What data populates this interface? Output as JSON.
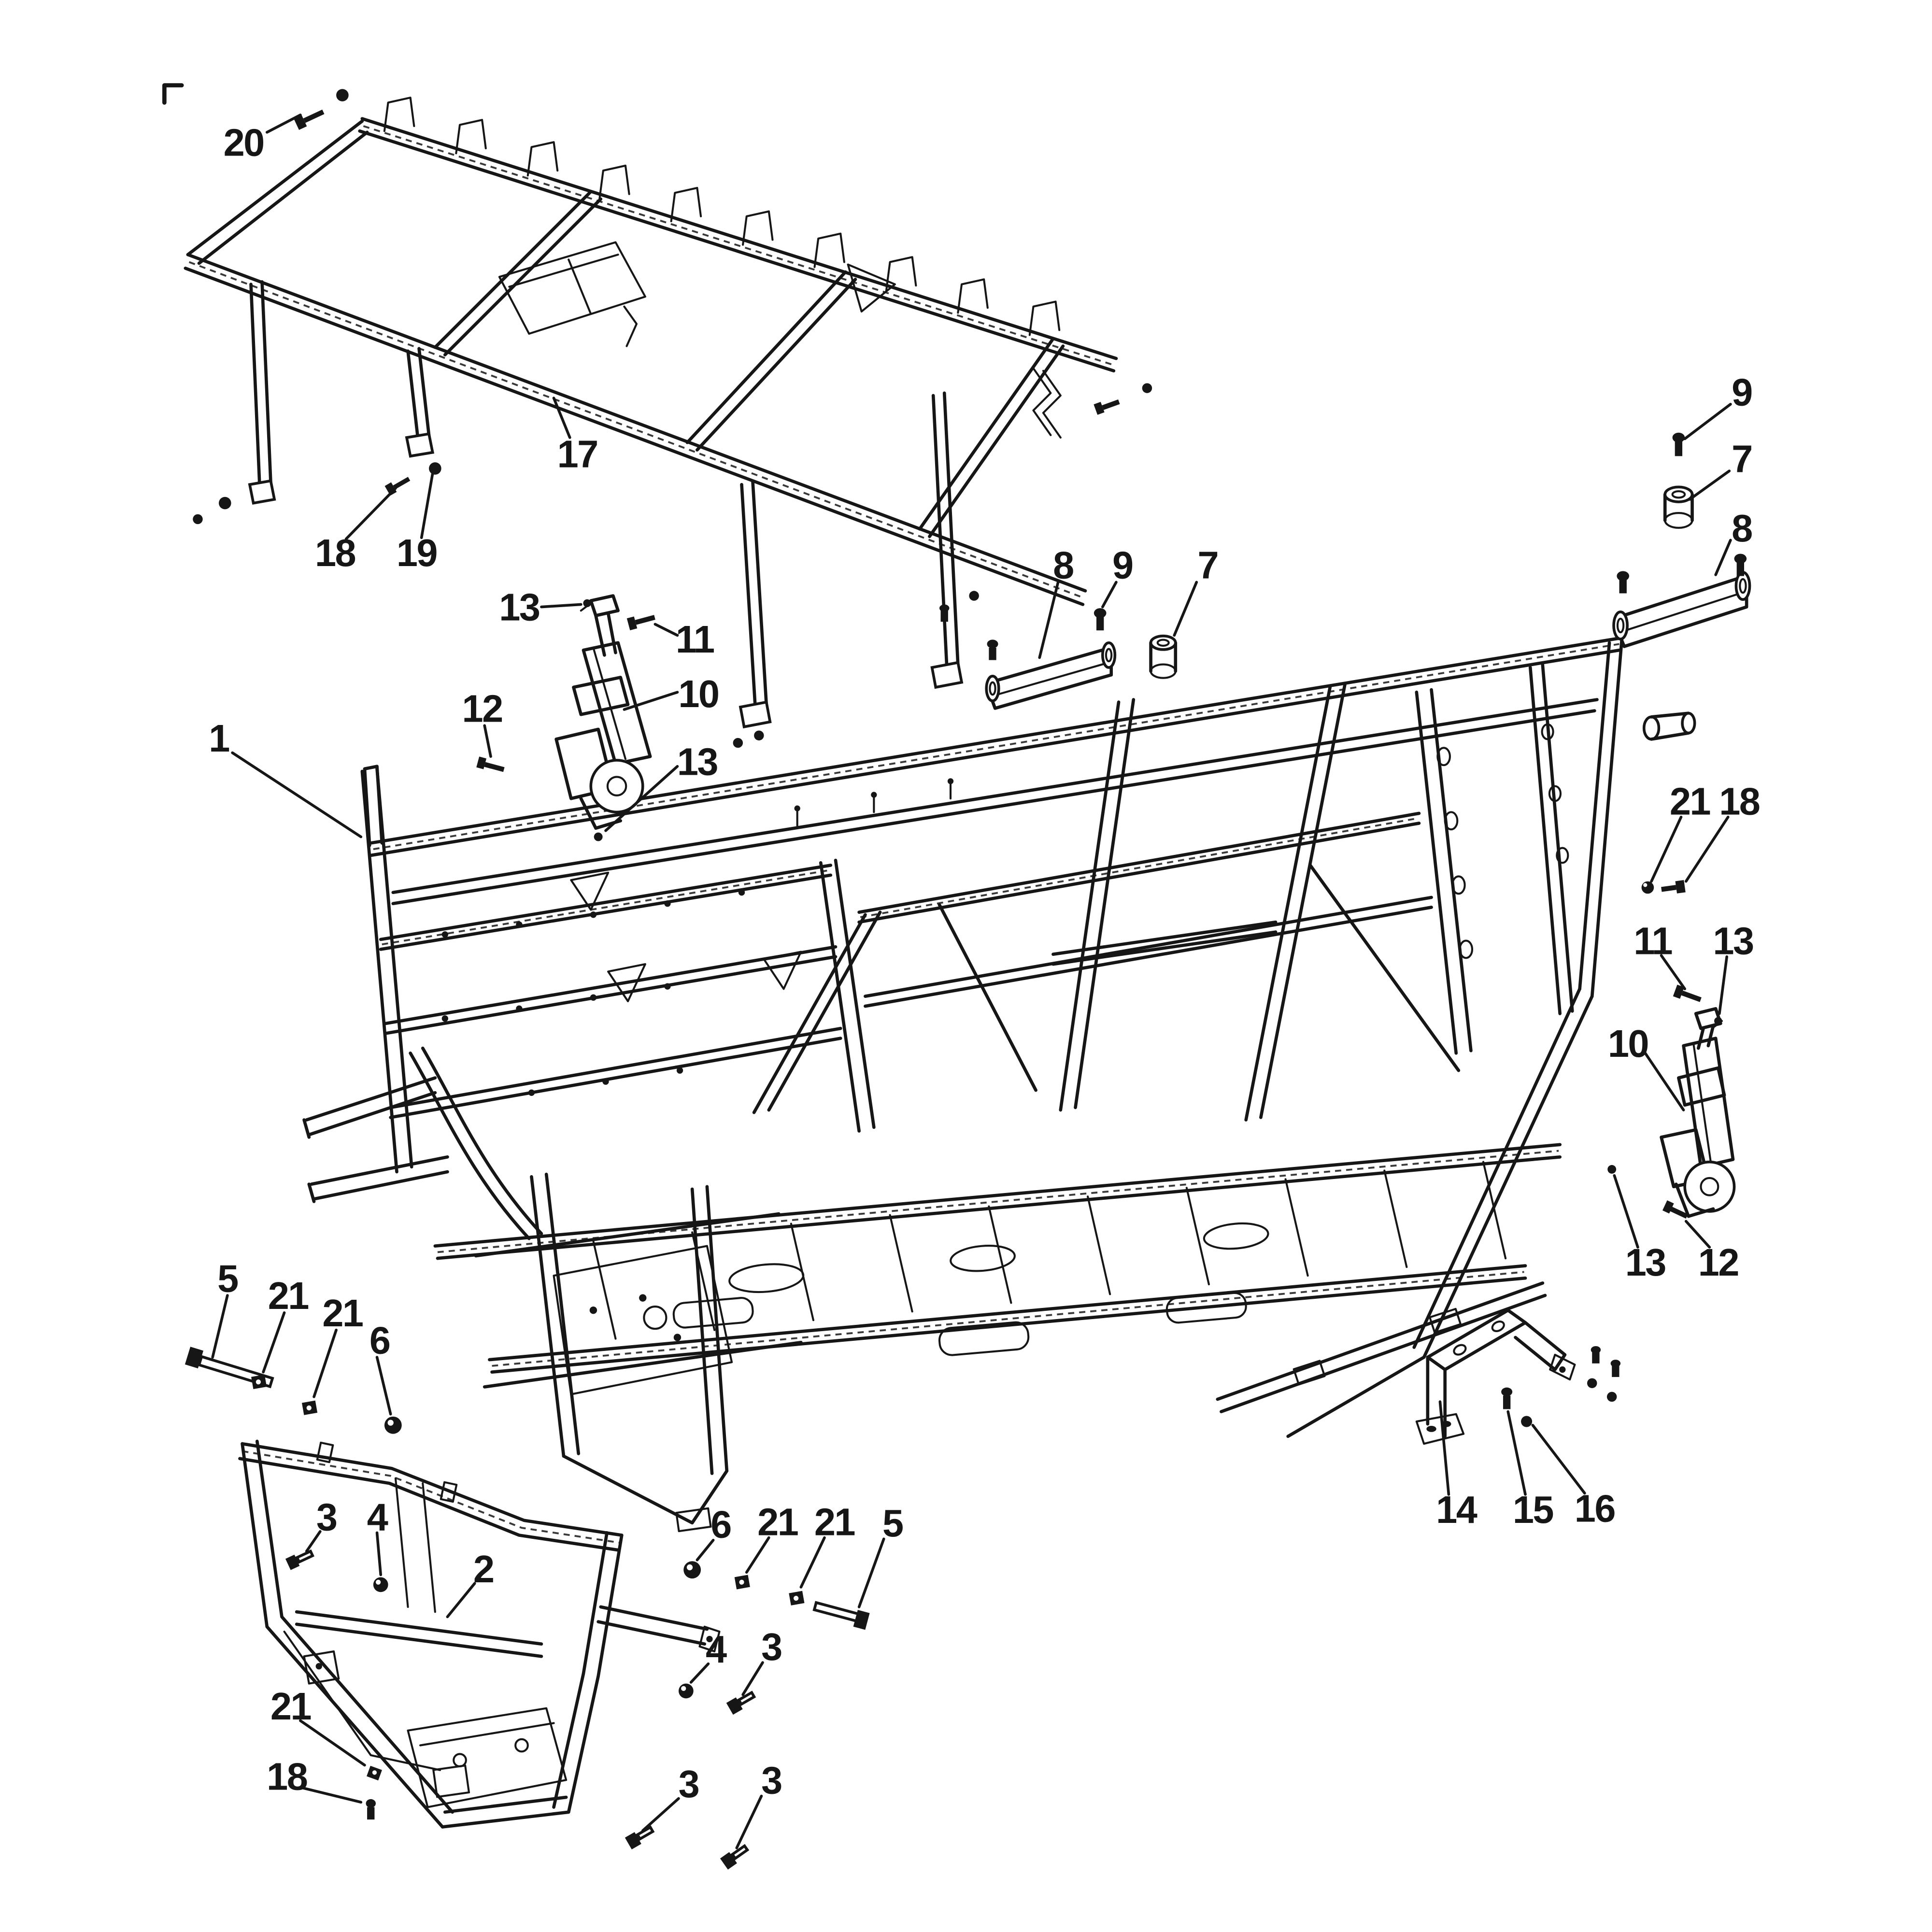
{
  "colors": {
    "background": "#ffffff",
    "ink": "#161616"
  },
  "callouts": [
    {
      "label": "20"
    },
    {
      "label": "17"
    },
    {
      "label": "18"
    },
    {
      "label": "19"
    },
    {
      "label": "9"
    },
    {
      "label": "7"
    },
    {
      "label": "8"
    },
    {
      "label": "8"
    },
    {
      "label": "9"
    },
    {
      "label": "7"
    },
    {
      "label": "13"
    },
    {
      "label": "11"
    },
    {
      "label": "10"
    },
    {
      "label": "12"
    },
    {
      "label": "13"
    },
    {
      "label": "1"
    },
    {
      "label": "21"
    },
    {
      "label": "18"
    },
    {
      "label": "11"
    },
    {
      "label": "13"
    },
    {
      "label": "10"
    },
    {
      "label": "13"
    },
    {
      "label": "12"
    },
    {
      "label": "5"
    },
    {
      "label": "21"
    },
    {
      "label": "21"
    },
    {
      "label": "6"
    },
    {
      "label": "3"
    },
    {
      "label": "4"
    },
    {
      "label": "2"
    },
    {
      "label": "6"
    },
    {
      "label": "21"
    },
    {
      "label": "21"
    },
    {
      "label": "5"
    },
    {
      "label": "4"
    },
    {
      "label": "3"
    },
    {
      "label": "3"
    },
    {
      "label": "3"
    },
    {
      "label": "21"
    },
    {
      "label": "18"
    },
    {
      "label": "14"
    },
    {
      "label": "15"
    },
    {
      "label": "16"
    }
  ]
}
